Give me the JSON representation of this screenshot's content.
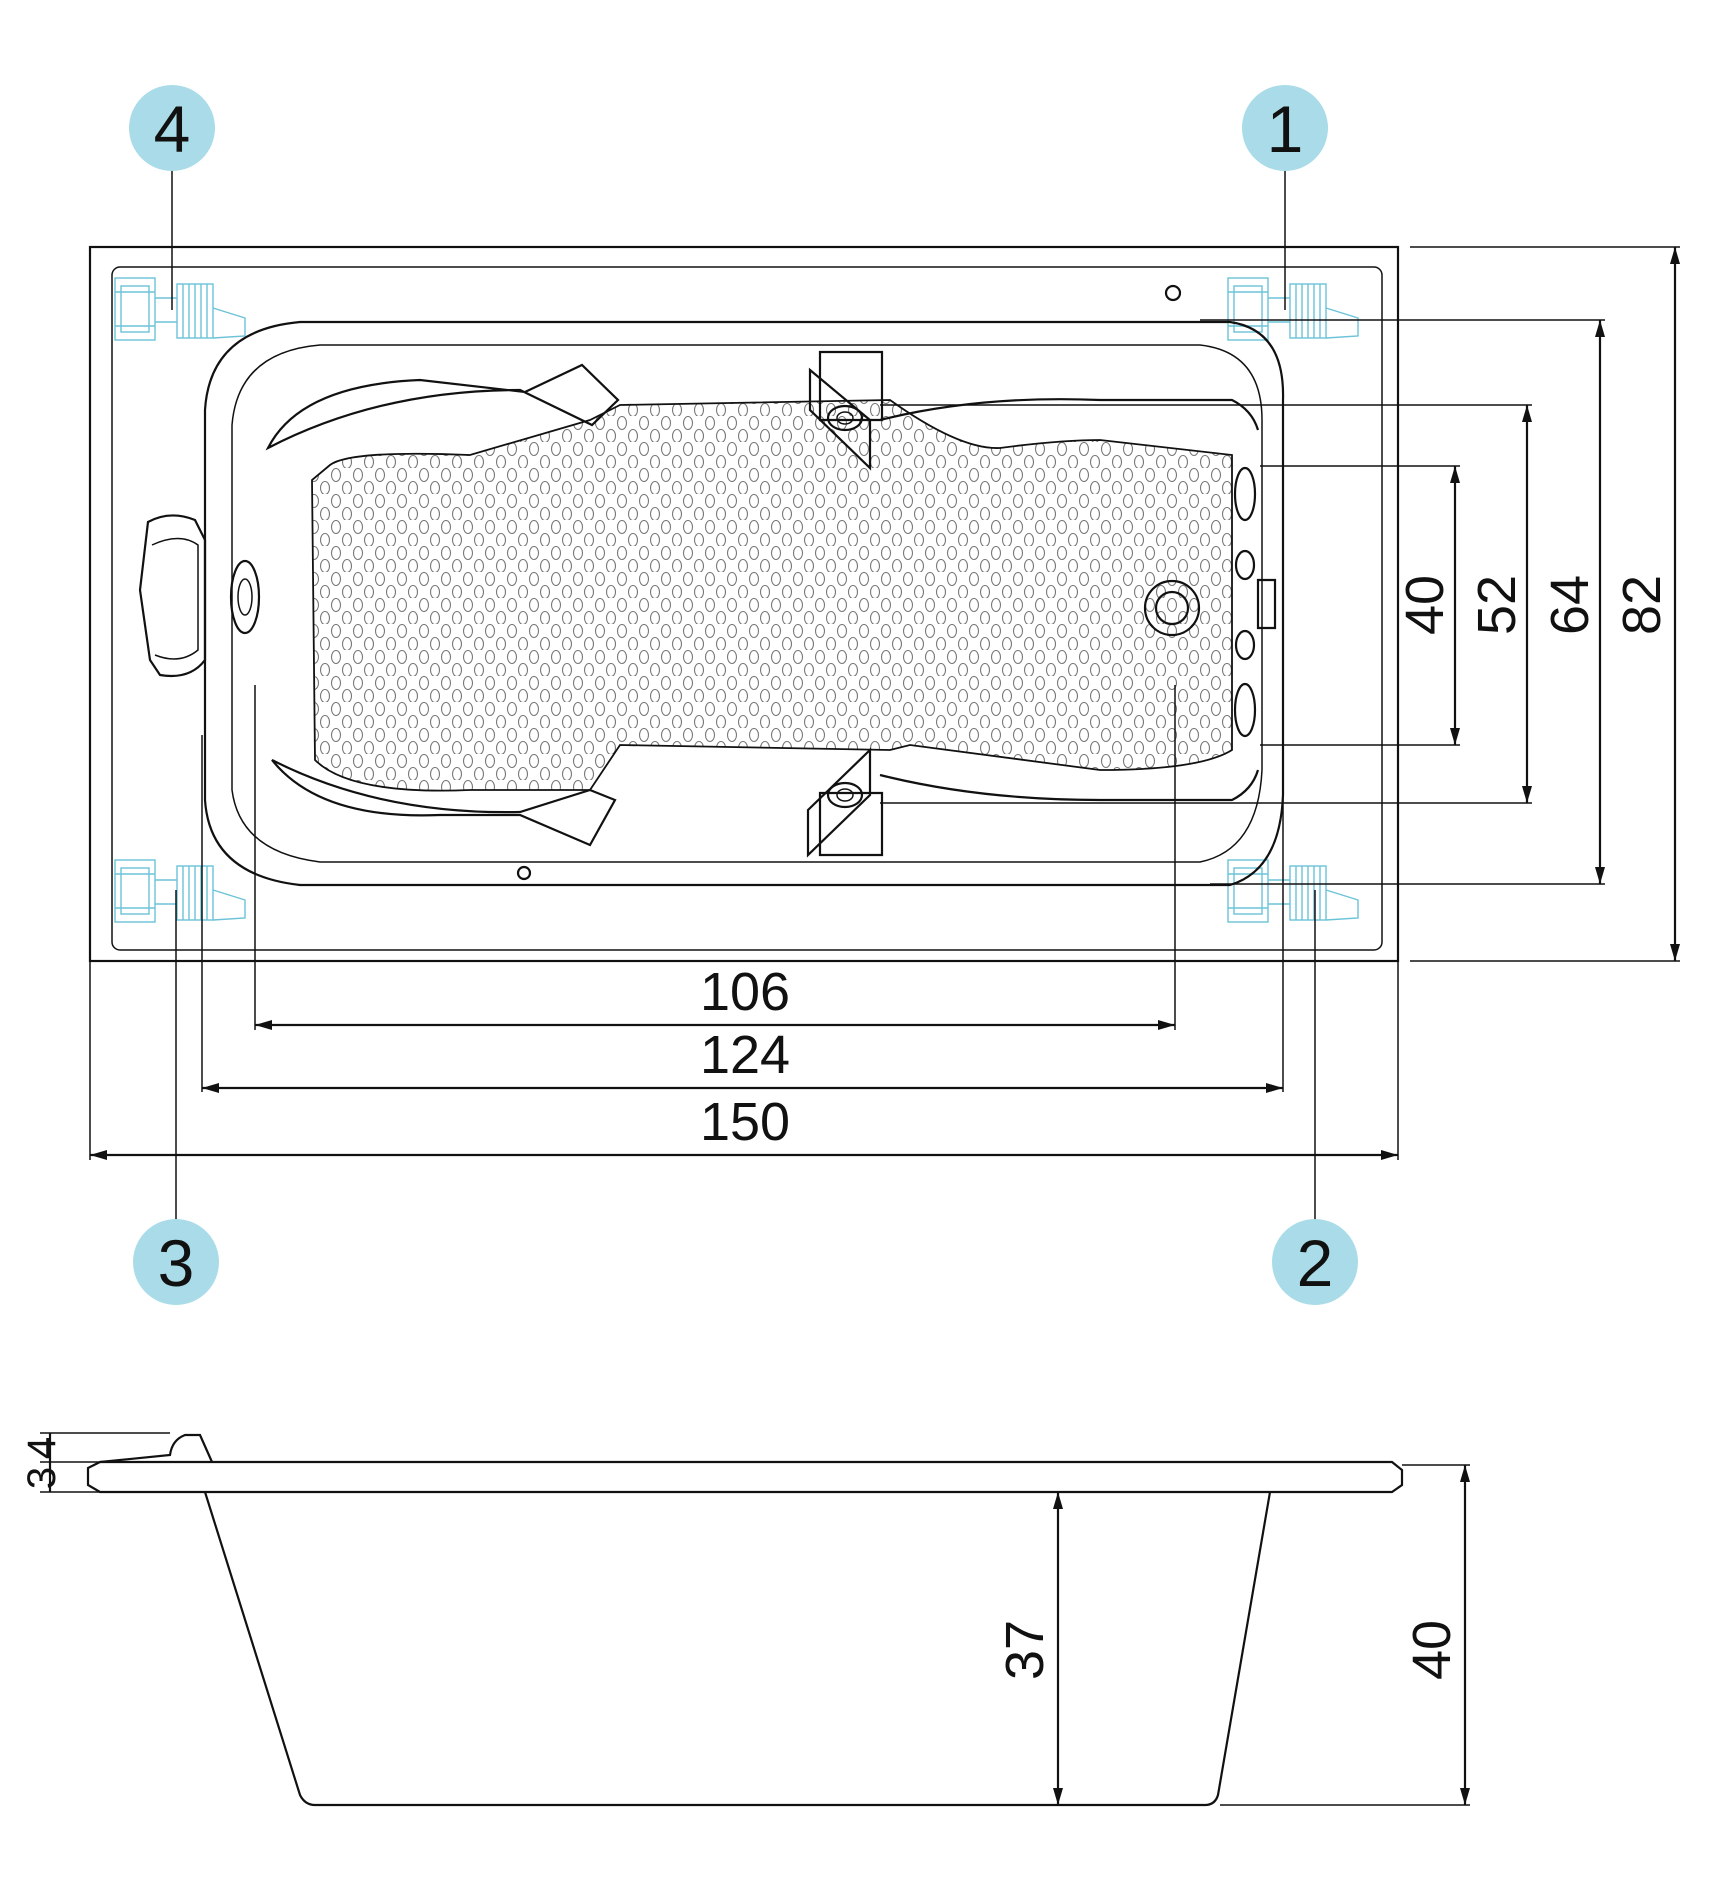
{
  "markers": [
    {
      "label": "4",
      "color": "#a9dce8"
    },
    {
      "label": "1",
      "color": "#a9dce8"
    },
    {
      "label": "3",
      "color": "#a9dce8"
    },
    {
      "label": "2",
      "color": "#a9dce8"
    }
  ],
  "top_view": {
    "horizontal_dims": [
      "106",
      "124",
      "150"
    ],
    "vertical_dims": [
      "40",
      "52",
      "64",
      "82"
    ]
  },
  "side_view": {
    "rim_dims": [
      "3",
      "4"
    ],
    "height_dims": [
      "37",
      "40"
    ]
  },
  "colors": {
    "line": "#111111",
    "marker": "#a9dce8",
    "leg": "#6cc3d8",
    "texture": "#777777"
  }
}
